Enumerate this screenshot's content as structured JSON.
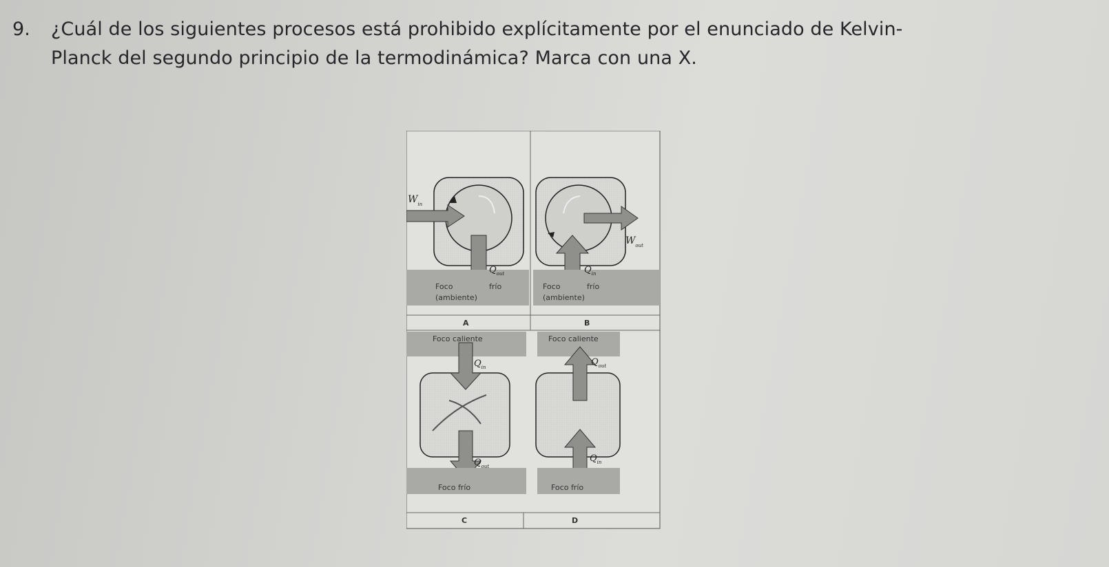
{
  "question": {
    "number": "9.",
    "line1": "¿Cuál de los siguientes procesos está prohibido explícitamente por el enunciado de Kelvin-",
    "line2": "Planck del segundo principio de la termodinámica? Marca con una X."
  },
  "figure": {
    "panel_a": {
      "letter": "A",
      "work_symbol": "W",
      "work_sub": "in",
      "heat_symbol": "Q",
      "heat_sub": "out",
      "reservoir_line1_left": "Foco",
      "reservoir_line1_right": "frío",
      "reservoir_line2": "(ambiente)"
    },
    "panel_b": {
      "letter": "B",
      "work_symbol": "W",
      "work_sub": "out",
      "heat_symbol": "Q",
      "heat_sub": "in",
      "reservoir_line1_left": "Foco",
      "reservoir_line1_right": "frío",
      "reservoir_line2": "(ambiente)"
    },
    "panel_c": {
      "letter": "C",
      "hot_reservoir": "Foco caliente",
      "cold_reservoir": "Foco frío",
      "heat_in_symbol": "Q",
      "heat_in_sub": "in",
      "heat_out_symbol": "Q",
      "heat_out_sub": "out"
    },
    "panel_d": {
      "letter": "D",
      "hot_reservoir": "Foco caliente",
      "cold_reservoir": "Foco frío",
      "heat_out_symbol": "Q",
      "heat_out_sub": "out",
      "heat_in_symbol": "Q",
      "heat_in_sub": "in"
    }
  }
}
